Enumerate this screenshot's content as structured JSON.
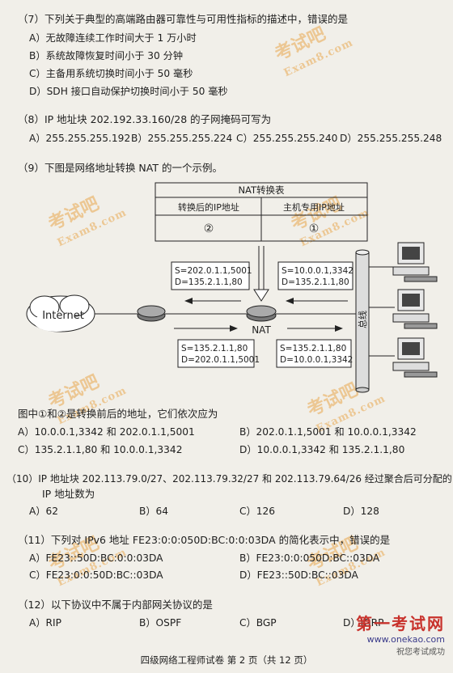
{
  "q7": {
    "stem": "（7）下列关于典型的高端路由器可靠性与可用性指标的描述中，错误的是",
    "options": [
      "A）无故障连续工作时间大于 1 万小时",
      "B）系统故障恢复时间小于 30 分钟",
      "C）主备用系统切换时间小于 50 毫秒",
      "D）SDH 接口自动保护切换时间小于 50 毫秒"
    ]
  },
  "q8": {
    "stem": "（8）IP 地址块 202.192.33.160/28 的子网掩码可写为",
    "options": [
      "A）255.255.255.192",
      "B）255.255.255.224",
      "C）255.255.255.240",
      "D）255.255.255.248"
    ]
  },
  "q9": {
    "stem": "（9）下图是网络地址转换 NAT 的一个示例。",
    "diagram": {
      "table_title": "NAT转换表",
      "col1_header": "转换后的IP地址",
      "col2_header": "主机专用IP地址",
      "col1_value": "②",
      "col2_value": "①",
      "internet_label": "Internet",
      "nat_label": "NAT",
      "bus_label": "总线",
      "box_top_left": [
        "S=202.0.1.1,5001",
        "D=135.2.1.1,80"
      ],
      "box_top_right": [
        "S=10.0.0.1,3342",
        "D=135.2.1.1,80"
      ],
      "box_bottom_left": [
        "S=135.2.1.1,80",
        "D=202.0.1.1,5001"
      ],
      "box_bottom_right": [
        "S=135.2.1.1,80",
        "D=10.0.0.1,3342"
      ]
    },
    "question": "图中①和②是转换前后的地址，它们依次应为",
    "options": [
      "A）10.0.0.1,3342 和 202.0.1.1,5001",
      "B）202.0.1.1,5001 和 10.0.0.1,3342",
      "C）135.2.1.1,80 和 10.0.0.1,3342",
      "D）10.0.0.1,3342 和 135.2.1.1,80"
    ]
  },
  "q10": {
    "stem": "（10）IP 地址块 202.113.79.0/27、202.113.79.32/27 和 202.113.79.64/26 经过聚合后可分配的",
    "stem2": "IP 地址数为",
    "options": [
      "A）62",
      "B）64",
      "C）126",
      "D）128"
    ]
  },
  "q11": {
    "stem": "（11）下列对 IPv6 地址 FE23:0:0:050D:BC:0:0:03DA 的简化表示中，错误的是",
    "options": [
      "A）FE23::50D:BC:0:0:03DA",
      "B）FE23:0:0:050D:BC::03DA",
      "C）FE23:0:0:50D:BC::03DA",
      "D）FE23::50D:BC::03DA"
    ]
  },
  "q12": {
    "stem": "（12）以下协议中不属于内部网关协议的是",
    "options": [
      "A）RIP",
      "B）OSPF",
      "C）BGP",
      "D）IGRP"
    ]
  },
  "footer": "四级网络工程师试卷 第 2 页（共 12 页）",
  "watermark": {
    "brand": "考试吧",
    "domain": "Exam8.com"
  },
  "corner_brand": {
    "name": "第一考试网",
    "url": "www.onekao.com",
    "slogan": "祝您考试成功"
  }
}
